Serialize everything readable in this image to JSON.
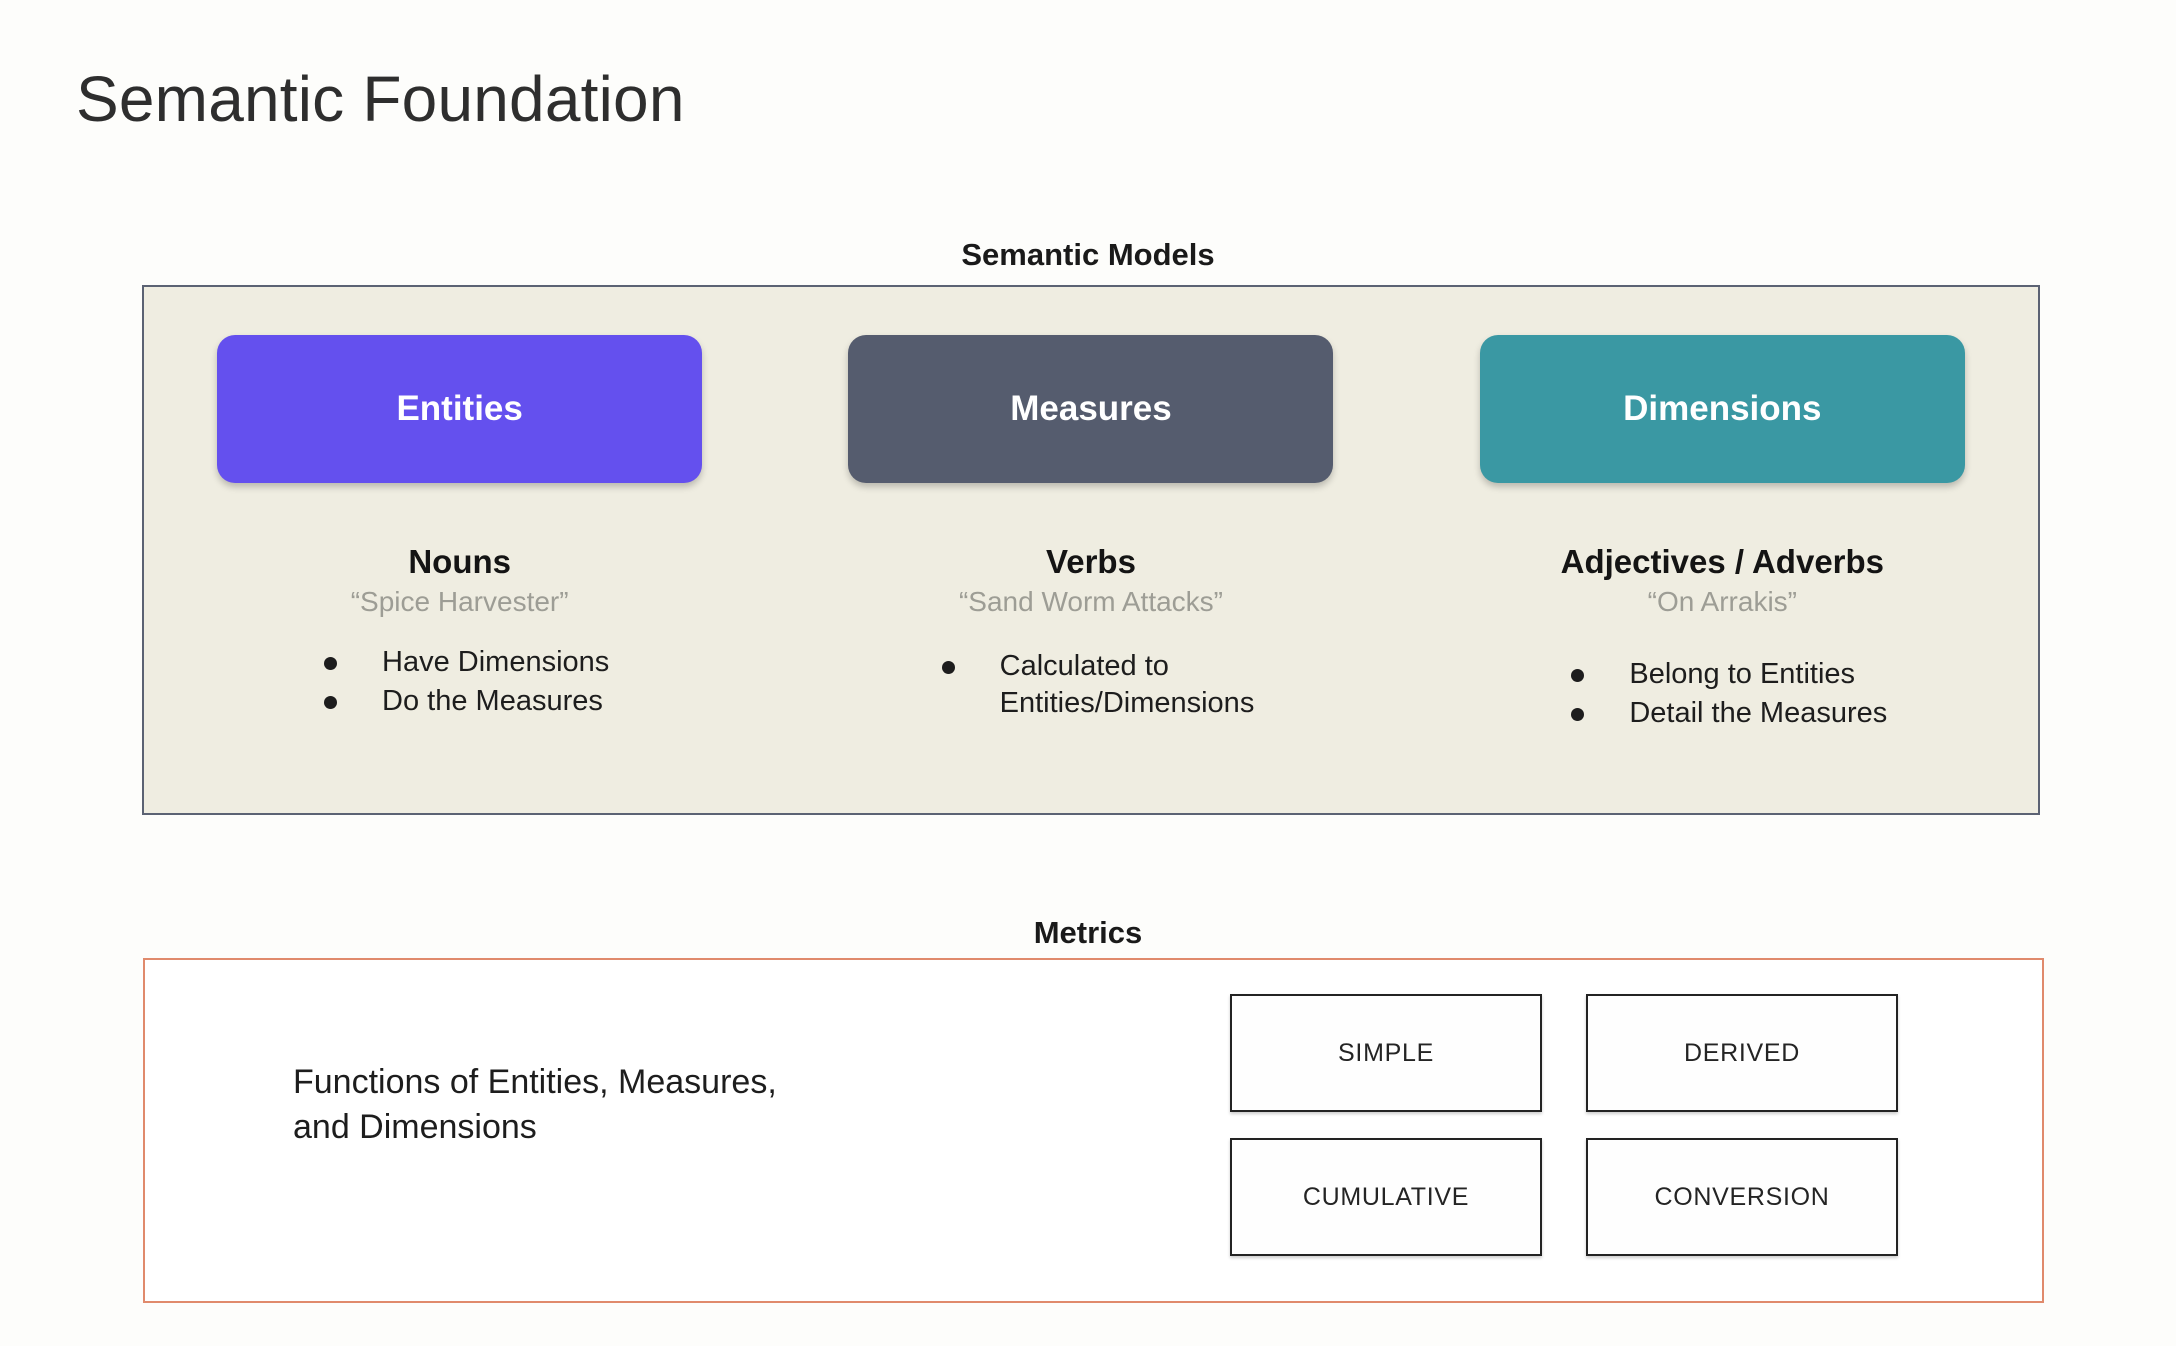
{
  "slide": {
    "title": "Semantic Foundation"
  },
  "semantic_models": {
    "heading": "Semantic Models",
    "panel_bg": "#efede1",
    "panel_border": "#5b6273",
    "columns": [
      {
        "pill_label": "Entities",
        "pill_color": "#6450ee",
        "pos_title": "Nouns",
        "example": "“Spice Harvester”",
        "bullets": [
          "Have Dimensions",
          "Do the Measures"
        ]
      },
      {
        "pill_label": "Measures",
        "pill_color": "#555c6e",
        "pos_title": "Verbs",
        "example": "“Sand Worm Attacks”",
        "bullets": [
          "Calculated to\nEntities/Dimensions"
        ]
      },
      {
        "pill_label": "Dimensions",
        "pill_color": "#3a98a3",
        "pos_title": "Adjectives / Adverbs",
        "example": "“On Arrakis”",
        "bullets": [
          "Belong to Entities",
          "Detail the Measures"
        ]
      }
    ]
  },
  "metrics": {
    "heading": "Metrics",
    "panel_border": "#e08a6c",
    "description": "Functions of Entities, Measures,\nand Dimensions",
    "types": [
      "SIMPLE",
      "DERIVED",
      "CUMULATIVE",
      "CONVERSION"
    ]
  }
}
